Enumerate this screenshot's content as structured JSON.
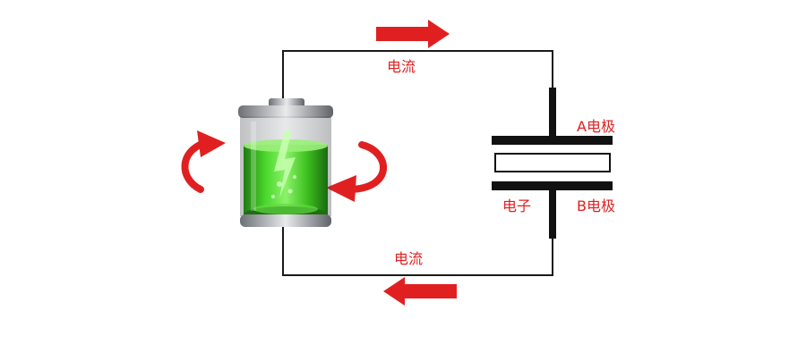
{
  "labels": {
    "current_top": "电流",
    "current_bottom": "电流",
    "electrode_a": "A电极",
    "electrode_b": "B电极",
    "electron": "电子"
  },
  "colors": {
    "accent_red": "#e02020",
    "wire": "#1a1a1a",
    "battery_green": "#35c81e",
    "battery_cap": "#9aa0a6"
  },
  "icons": {
    "battery": "battery-icon",
    "rotate_left": "curved-arrow-icon",
    "rotate_right": "curved-arrow-icon",
    "current_top": "arrow-right-icon",
    "current_bottom": "arrow-left-icon"
  }
}
